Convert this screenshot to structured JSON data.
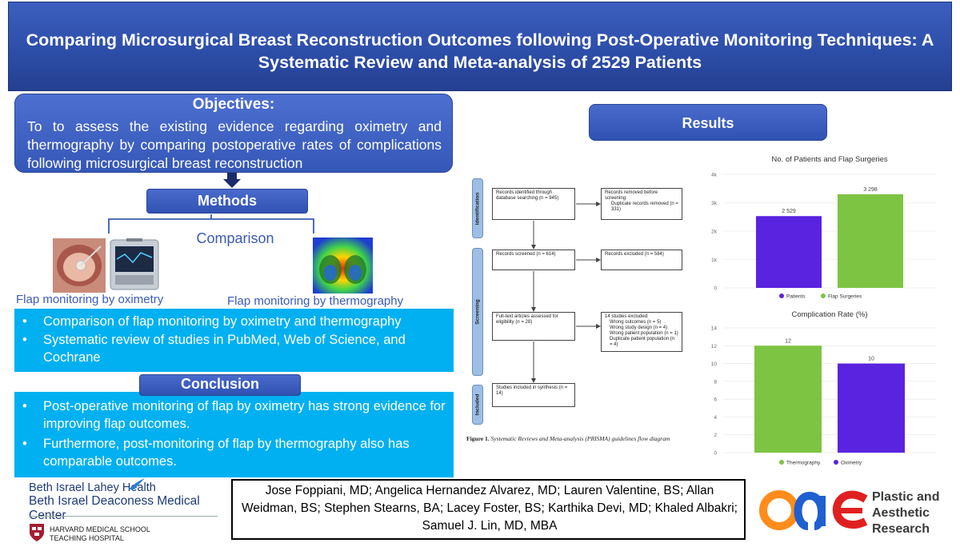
{
  "title": "Comparing Microsurgical Breast Reconstruction Outcomes following Post-Operative Monitoring Techniques: A Systematic Review and Meta-analysis of 2529 Patients",
  "objectives": {
    "heading": "Objectives:",
    "text": "To to assess the existing evidence regarding oximetry and thermography by comparing postoperative rates of complications following microsurgical breast reconstruction"
  },
  "methods": {
    "heading": "Methods",
    "comparison": "Comparison",
    "caption_oximetry": "Flap monitoring by oximetry",
    "caption_thermography": "Flap monitoring by thermography",
    "bullets": [
      "Comparison of flap monitoring by oximetry and thermography",
      "Systematic review of studies in PubMed, Web of Science, and Cochrane"
    ]
  },
  "conclusion": {
    "heading": "Conclusion",
    "bullets": [
      "Post-operative monitoring of flap by oximetry has strong evidence for improving flap outcomes.",
      "Furthermore, post-monitoring of flap by thermography also has comparable outcomes."
    ]
  },
  "results": {
    "heading": "Results"
  },
  "prisma": {
    "phases": [
      "Identification",
      "Screening",
      "Included"
    ],
    "boxes": {
      "identified": "Records identified through database searching (n = 945)",
      "removed_before": "Records removed before screening:",
      "duplicates": "Duplicate records removed (n = 331)",
      "screened": "Records screened (n = 614)",
      "excluded": "Records excluded (n = 584)",
      "fulltext": "Full-text articles assessed for eligibility (n = 28)",
      "excluded14": "14 studies excluded:",
      "reasons": [
        "Wrong outcomes (n = 5)",
        "Wrong study design (n = 4)",
        "Wrong patient population (n = 1)",
        "Duplicate patient population (n = 4)"
      ],
      "included": "Studies included in synthesis (n = 14)"
    },
    "caption_bold": "Figure 1.",
    "caption_italic": "Systematic Reviews and Meta-analysis (PRISMA) guidelines flow diagram"
  },
  "chart_data": [
    {
      "type": "bar",
      "title": "No. of Patients and Flap Surgeries",
      "categories": [
        "Patients",
        "Flap Surgeries"
      ],
      "values": [
        2529,
        3298
      ],
      "data_labels": [
        "2 529",
        "3 298"
      ],
      "legend": [
        "Patients",
        "Flap Surgeries"
      ],
      "ylim": [
        0,
        4000
      ],
      "yticks": [
        "0",
        "1k",
        "2k",
        "3k",
        "4k"
      ],
      "colors": [
        "#5a23e0",
        "#7dc443"
      ],
      "legend_position": "bottom"
    },
    {
      "type": "bar",
      "title": "Complication Rate (%)",
      "categories": [
        "Thermography",
        "Oximetry"
      ],
      "values": [
        12,
        10
      ],
      "data_labels": [
        "12",
        "10"
      ],
      "legend": [
        "Thermography",
        "Oximetry"
      ],
      "ylim": [
        0,
        14
      ],
      "yticks": [
        "0",
        "2",
        "4",
        "6",
        "8",
        "10",
        "12",
        "14"
      ],
      "colors": [
        "#7dc443",
        "#5a23e0"
      ],
      "legend_position": "bottom"
    }
  ],
  "authors": "Jose Foppiani, MD; Angelica Hernandez Alvarez, MD; Lauren Valentine, BS; Allan Weidman, BS; Stephen Stearns, BA; Lacey Foster, BS; Karthika Devi, MD; Khaled Albakri; Samuel J. Lin, MD, MBA",
  "logos": {
    "bi_line1": "Beth Israel Lahey Health",
    "bi_line2": "Beth Israel Deaconess Medical Center",
    "harvard_line1": "HARVARD MEDICAL SCHOOL",
    "harvard_line2": "TEACHING HOSPITAL",
    "oae": "oae",
    "journal": "Plastic and Aesthetic Research"
  },
  "colors": {
    "banner": "#2d4ea8",
    "cyan": "#00b0f0",
    "accent_text": "#3b5bb5"
  }
}
